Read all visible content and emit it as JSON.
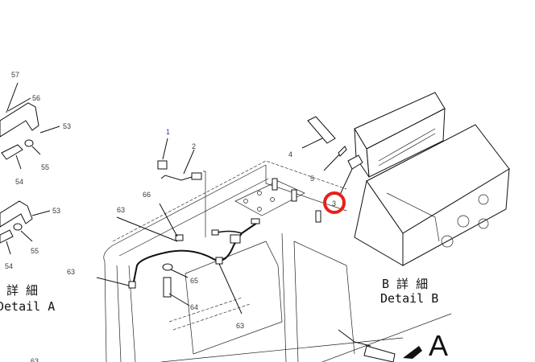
{
  "callouts": {
    "c1": "1",
    "c2": "2",
    "c3": "3",
    "c4": "4",
    "c5": "5",
    "c53a": "53",
    "c53b": "53",
    "c54a": "54",
    "c54b": "54",
    "c55a": "55",
    "c55b": "55",
    "c56": "56",
    "c57": "57",
    "c63a": "63",
    "c63b": "63",
    "c63c": "63",
    "c63d": "63",
    "c64": "64",
    "c65": "65",
    "c66": "66"
  },
  "captions": {
    "detail_a_jp": "詳 細",
    "detail_a_en": "Detail A",
    "detail_b_jp": "B 詳 細",
    "detail_b_en": "Detail B",
    "view_arrow": "A"
  },
  "highlight": {
    "target": "3",
    "color": "#e8201a"
  }
}
